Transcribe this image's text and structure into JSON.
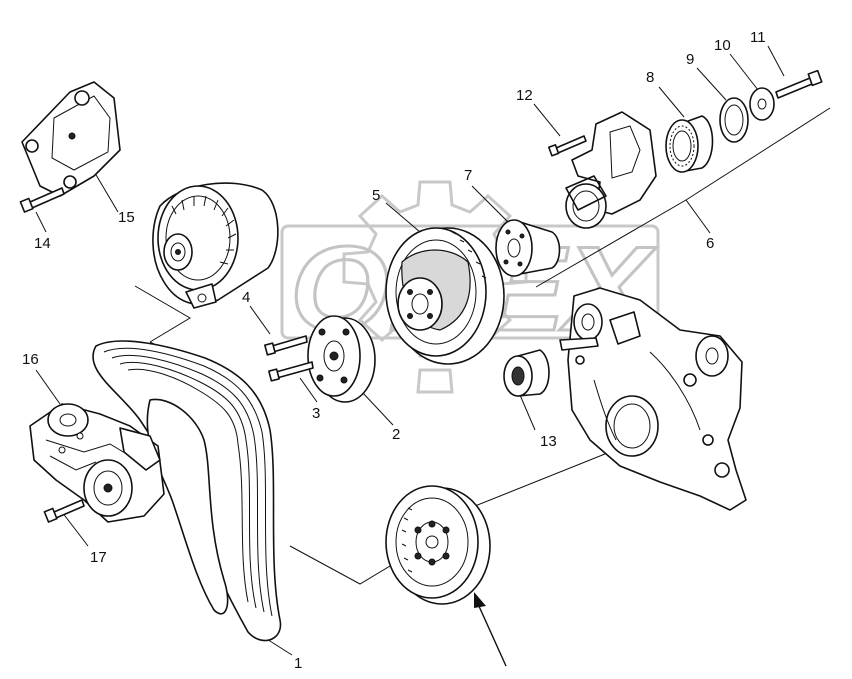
{
  "diagram": {
    "watermark_text": "OREX",
    "callouts": [
      {
        "id": "c1",
        "label": "1"
      },
      {
        "id": "c2",
        "label": "2"
      },
      {
        "id": "c3",
        "label": "3"
      },
      {
        "id": "c4",
        "label": "4"
      },
      {
        "id": "c5",
        "label": "5"
      },
      {
        "id": "c6",
        "label": "6"
      },
      {
        "id": "c7",
        "label": "7"
      },
      {
        "id": "c8",
        "label": "8"
      },
      {
        "id": "c9",
        "label": "9"
      },
      {
        "id": "c10",
        "label": "10"
      },
      {
        "id": "c11",
        "label": "11"
      },
      {
        "id": "c12",
        "label": "12"
      },
      {
        "id": "c13",
        "label": "13"
      },
      {
        "id": "c14",
        "label": "14"
      },
      {
        "id": "c15",
        "label": "15"
      },
      {
        "id": "c16",
        "label": "16"
      },
      {
        "id": "c17",
        "label": "17"
      }
    ],
    "colors": {
      "line": "#111111",
      "watermark": "#c8c8c8",
      "background": "#ffffff"
    }
  }
}
